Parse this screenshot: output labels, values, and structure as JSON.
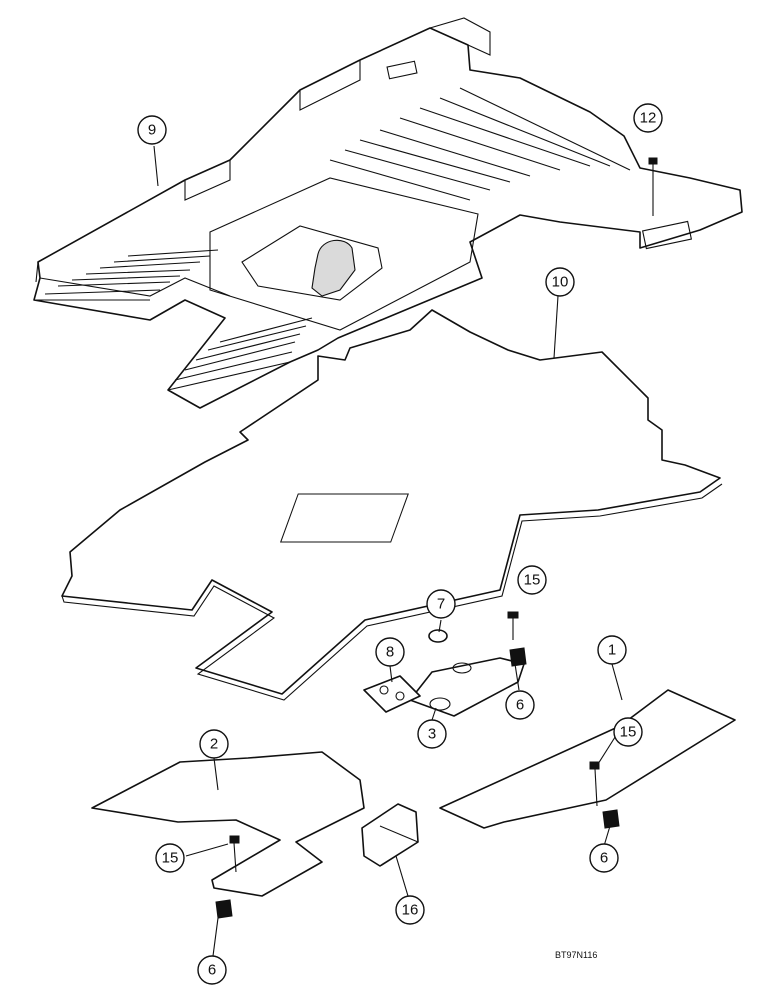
{
  "callouts": {
    "c9": "9",
    "c12": "12",
    "c10": "10",
    "c15a": "15",
    "c7": "7",
    "c8": "8",
    "c6a": "6",
    "c3": "3",
    "c1": "1",
    "c15b": "15",
    "c6b": "6",
    "c2": "2",
    "c15c": "15",
    "c16": "16",
    "c6c": "6"
  },
  "drawing_code": "BT97N116"
}
